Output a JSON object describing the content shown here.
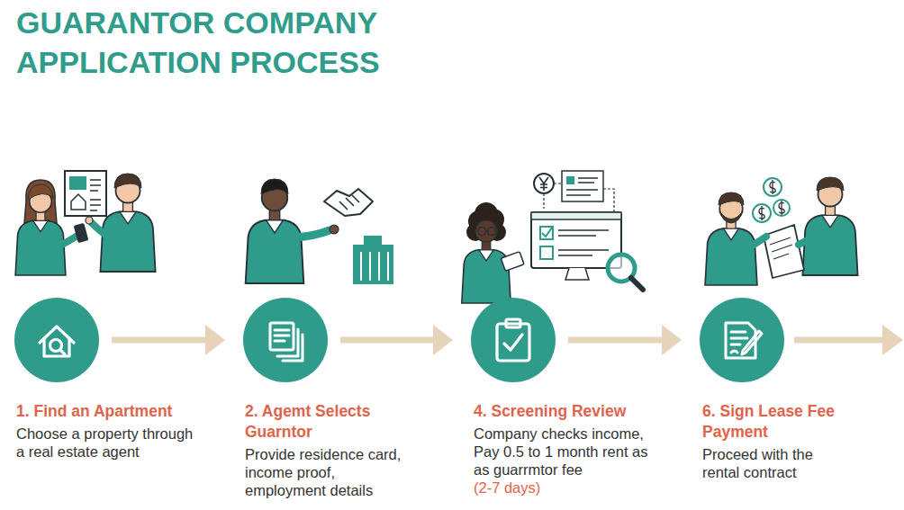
{
  "diagram": {
    "title": "GUARANTOR COMPANY APPLICATION PROCESS",
    "nodes": [
      {
        "text": [
          "1. Find an Apartment",
          "Choose a property through a real estate agent"
        ]
      },
      {
        "text": [
          "2. Agemt Selects Guarntor",
          "Provide residence card, income proof, employment details"
        ]
      },
      {
        "text": [
          "4. Screening Review",
          "Company checks income, Pay 0.5 to 1 month rent as as guarrmtor fee",
          "(2-7 days)"
        ]
      },
      {
        "text": [
          "6. Sign Lease Fee Payment",
          "Proceed with the rental contract"
        ]
      }
    ],
    "edges": [
      {
        "from": 0,
        "to": 1,
        "arrow": "to"
      },
      {
        "from": 1,
        "to": 2,
        "arrow": "to"
      },
      {
        "from": 2,
        "to": 3,
        "arrow": "to"
      }
    ]
  }
}
